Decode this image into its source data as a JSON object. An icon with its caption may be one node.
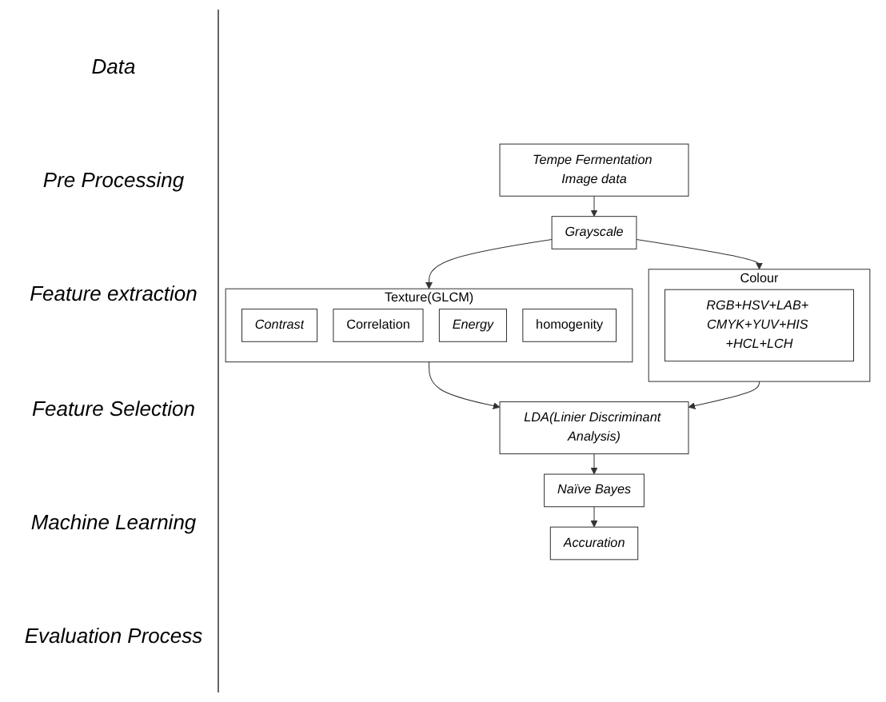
{
  "diagram": {
    "nodes": [
      {
        "text": [
          "Tempe Fermentation Image data"
        ]
      },
      {
        "text": [
          "Grayscale"
        ]
      },
      {
        "text": [
          "Texture(GLCM)"
        ]
      },
      {
        "text": [
          "Contrast"
        ],
        "in": 2
      },
      {
        "text": [
          "Correlation"
        ],
        "in": 2
      },
      {
        "text": [
          "Energy"
        ],
        "in": 2
      },
      {
        "text": [
          "homogenity"
        ],
        "in": 2
      },
      {
        "text": [
          "Colour"
        ]
      },
      {
        "text": [
          "RGB+HSV+LAB+ CMYK+YUV+HIS +HCL+LCH"
        ],
        "in": 7
      },
      {
        "text": [
          "LDA(Linier Discriminant Analysis)"
        ]
      },
      {
        "text": [
          "Naïve Bayes"
        ]
      },
      {
        "text": [
          "Accuration"
        ]
      }
    ],
    "edges": [
      {
        "from": 0,
        "to": 1,
        "arrow": "to"
      },
      {
        "from": 1,
        "to": 2,
        "arrow": "to"
      },
      {
        "from": 1,
        "to": 7,
        "arrow": "to"
      },
      {
        "from": 2,
        "to": 9,
        "arrow": "to"
      },
      {
        "from": 7,
        "to": 9,
        "arrow": "to"
      },
      {
        "from": 9,
        "to": 10,
        "arrow": "to"
      },
      {
        "from": 10,
        "to": 11,
        "arrow": "to"
      }
    ],
    "labels": [
      "Data",
      "Pre Processing",
      "Feature extraction",
      "Feature Selection",
      "Machine Learning",
      "Evaluation Process"
    ]
  }
}
